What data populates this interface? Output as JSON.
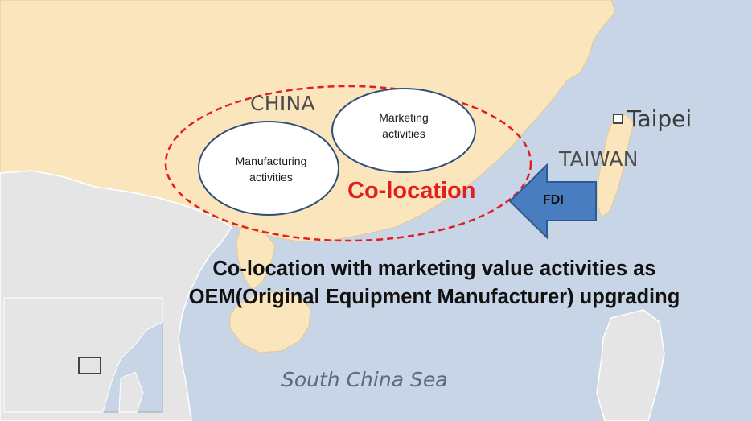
{
  "map": {
    "labels": {
      "china": "CHINA",
      "taiwan": "TAIWAN",
      "taipei": "Taipei",
      "sea": "South China Sea"
    },
    "colors": {
      "land": "#fbe5bd",
      "neighbor_land": "#e5e5e5",
      "sea": "#c7d5e6",
      "border": "#ffffff"
    }
  },
  "diagram": {
    "bubbles": {
      "marketing": [
        "Marketing",
        "activities"
      ],
      "manufacturing": [
        "Manufacturing",
        "activities"
      ]
    },
    "colocation_label": "Co-location",
    "fdi_label": "FDI",
    "caption_lines": [
      "Co-location with marketing value activities as",
      "OEM(Original Equipment Manufacturer) upgrading"
    ],
    "colors": {
      "dashed_ellipse": "#e41d1d",
      "bubble_stroke": "#2f4f7a",
      "arrow_fill": "#4a7cc0",
      "arrow_stroke": "#2e5a94"
    }
  }
}
